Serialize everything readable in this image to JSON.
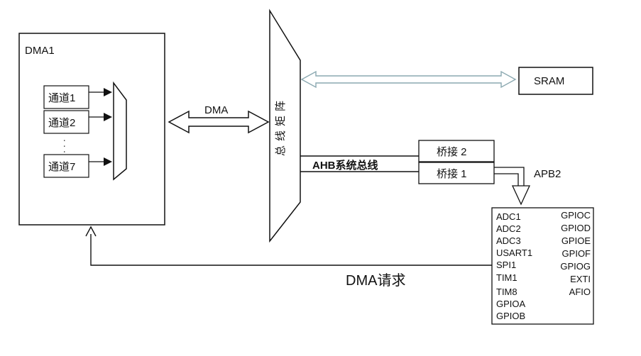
{
  "dma_block": {
    "title": "DMA1"
  },
  "channels": [
    {
      "label": "通道1"
    },
    {
      "label": "通道2"
    },
    {
      "label": "通道7"
    }
  ],
  "channel_dots": "·  ·  ·",
  "dma_link_label": "DMA",
  "bus_matrix_label": "总线矩阵",
  "sram_label": "SRAM",
  "ahb_bus_label": "AHB系统总线",
  "bridges": [
    {
      "label": "桥接 2"
    },
    {
      "label": "桥接 1"
    }
  ],
  "apb_label": "APB2",
  "peripherals": {
    "left": [
      "ADC1",
      "ADC2",
      "ADC3",
      "USART1",
      "SPI1",
      "TIM1",
      "TIM8",
      "GPIOA",
      "GPIOB"
    ],
    "right": [
      "GPIOC",
      "GPIOD",
      "GPIOE",
      "GPIOF",
      "GPIOG",
      "EXTI",
      "AFIO"
    ]
  },
  "dma_request_label": "DMA请求"
}
